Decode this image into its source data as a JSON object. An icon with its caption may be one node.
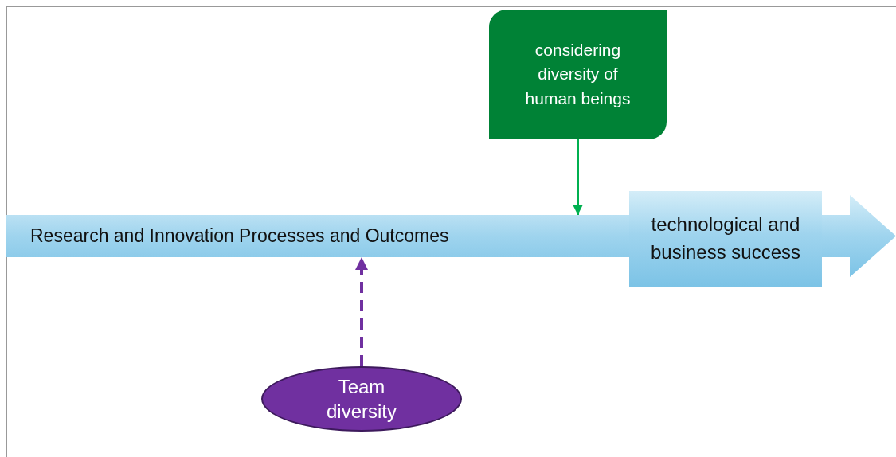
{
  "diagram": {
    "nodes": [
      {
        "text": [
          "considering diversity of human beings"
        ]
      },
      {
        "text": [
          "Research and Innovation Processes and Outcomes"
        ]
      },
      {
        "text": [
          "technological and business success"
        ]
      },
      {
        "text": [
          "Team diversity"
        ]
      }
    ],
    "edges": [
      {
        "from": 0,
        "to": 1,
        "arrow": "to",
        "color": "#00b050"
      },
      {
        "from": 3,
        "to": 1,
        "arrow": "to",
        "style": "dashed",
        "color": "#7030a0"
      }
    ]
  }
}
